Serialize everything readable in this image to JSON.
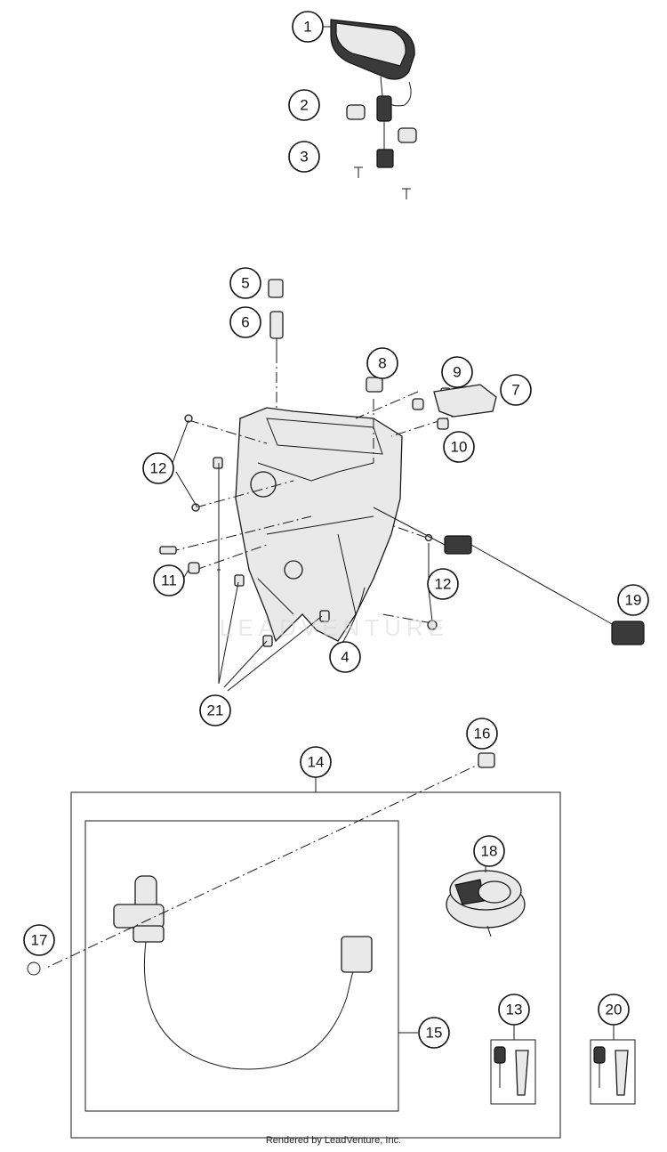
{
  "callouts": [
    {
      "label": "1"
    },
    {
      "label": "2"
    },
    {
      "label": "3"
    },
    {
      "label": "4"
    },
    {
      "label": "5"
    },
    {
      "label": "6"
    },
    {
      "label": "7"
    },
    {
      "label": "8"
    },
    {
      "label": "9"
    },
    {
      "label": "10"
    },
    {
      "label": "11"
    },
    {
      "label": "12"
    },
    {
      "label": "12"
    },
    {
      "label": "13"
    },
    {
      "label": "14"
    },
    {
      "label": "15"
    },
    {
      "label": "16"
    },
    {
      "label": "17"
    },
    {
      "label": "18"
    },
    {
      "label": "19"
    },
    {
      "label": "20"
    },
    {
      "label": "21"
    }
  ],
  "watermark": "LEADVENTURE",
  "footer": "Rendered by LeadVenture, Inc."
}
